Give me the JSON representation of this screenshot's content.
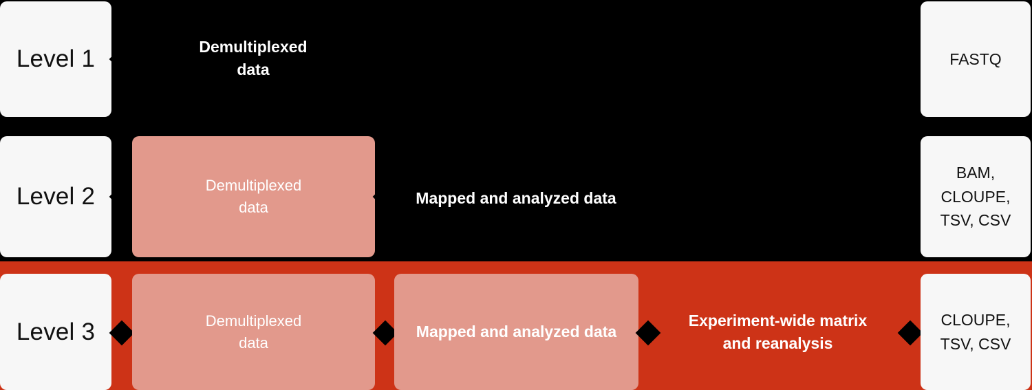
{
  "diagram": {
    "title": "Data levels pipeline",
    "colors": {
      "background_red": "#cd3317",
      "arrow_black": "#000000",
      "box_white": "#f7f7f7",
      "box_pink": "#e2998c",
      "text_white": "#ffffff",
      "text_dark": "#111111"
    },
    "rows": [
      {
        "level_label": "Level 1",
        "stages": [
          {
            "kind": "band-label",
            "text": "Demultiplexed data"
          }
        ],
        "output": "FASTQ"
      },
      {
        "level_label": "Level 2",
        "stages": [
          {
            "kind": "pink-box",
            "text": "Demultiplexed data"
          },
          {
            "kind": "band-label",
            "text": "Mapped and analyzed data"
          }
        ],
        "output": "BAM, CLOUPE, TSV, CSV"
      },
      {
        "level_label": "Level 3",
        "stages": [
          {
            "kind": "pink-box",
            "text": "Demultiplexed data"
          },
          {
            "kind": "pink-box",
            "text": "Mapped and analyzed data"
          },
          {
            "kind": "band-label",
            "text": "Experiment-wide matrix and reanalysis"
          }
        ],
        "output": "CLOUPE, TSV, CSV"
      }
    ],
    "text": {
      "level1": "Level 1",
      "level2": "Level 2",
      "level3": "Level 3",
      "demux_l1_line1": "Demultiplexed",
      "demux_l1_line2": "data",
      "demux_l2_line1": "Demultiplexed",
      "demux_l2_line2": "data",
      "demux_l3_line1": "Demultiplexed",
      "demux_l3_line2": "data",
      "mapped_l2": "Mapped and analyzed data",
      "mapped_l3": "Mapped and analyzed data",
      "matrix_line1": "Experiment-wide matrix",
      "matrix_line2": "and reanalysis",
      "out1": "FASTQ",
      "out2_line1": "BAM,",
      "out2_line2": "CLOUPE,",
      "out2_line3": "TSV, CSV",
      "out3_line1": "CLOUPE,",
      "out3_line2": "TSV, CSV"
    }
  }
}
